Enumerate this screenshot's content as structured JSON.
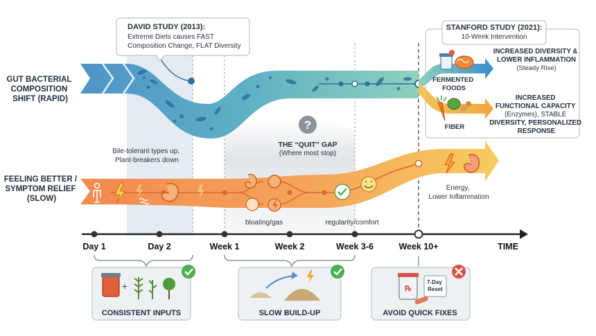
{
  "rows": {
    "gut": [
      "GUT BACTERIAL",
      "COMPOSITION",
      "SHIFT (RAPID)"
    ],
    "feel": [
      "FEELING BETTER /",
      "SYMPTOM RELIEF",
      "(SLOW)"
    ]
  },
  "david_callout": {
    "title": "DAVID STUDY (2013):",
    "lines": [
      "Extreme Diets causes FAST",
      "Composition Change, FLAT Diversity"
    ]
  },
  "stanford_callout": {
    "title": "STANFORD STUDY (2021):",
    "subtitle": "10-Week Intervention"
  },
  "fermented": {
    "label": [
      "FERMENTED",
      "FOODS"
    ],
    "result_head": [
      "INCREASED DIVERSITY &",
      "LOWER INFLAMMATION"
    ],
    "result_sub": "(Steady Rise)"
  },
  "fiber": {
    "label": "FIBER",
    "result_lines": [
      "INCREASED",
      "FUNCTIONAL CAPACITY",
      "(Enzymes), STABLE",
      "DIVERSITY, PERSONALIZED",
      "RESPONSE"
    ]
  },
  "bile_note": [
    "Bile-tolerant types up,",
    "Plant-breakers down"
  ],
  "quit_gap": {
    "title": "THE “QUIT” GAP",
    "subtitle": "(Where most stop)"
  },
  "feel_notes": {
    "bloating": "bloating/gas",
    "regularity": "regularity/comfort",
    "energy": [
      "Energy,",
      "Lower Inflammation"
    ]
  },
  "timeline": {
    "ticks": [
      "Day 1",
      "Day 2",
      "Week 1",
      "Week 2",
      "Week 3-6",
      "Week 10+"
    ],
    "axis_label": "TIME"
  },
  "cards": [
    {
      "label": "CONSISTENT INPUTS",
      "status": "good"
    },
    {
      "label": "SLOW BUILD-UP",
      "status": "good"
    },
    {
      "label": "AVOID QUICK FIXES",
      "status": "bad",
      "bottle_text": [
        "7-Day",
        "Reset"
      ]
    }
  ],
  "colors": {
    "gut_start": "#5b9fcf",
    "gut_end": "#6fc2b0",
    "feel_start": "#f39a5e",
    "feel_end": "#f7c25a",
    "check": "#4caf50",
    "cross": "#d9534f",
    "panel": "#dbe6ee"
  }
}
